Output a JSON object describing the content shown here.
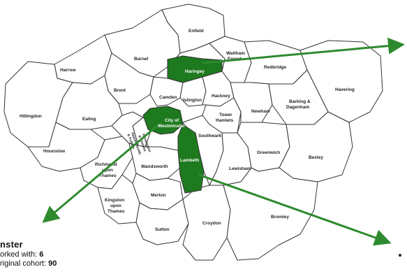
{
  "colors": {
    "highlight": "#1e7a1e",
    "boundary": "#333333",
    "fill": "#ffffff",
    "arrow": "#2e8a2e"
  },
  "map": {
    "boroughs": {
      "enfield": "Enfield",
      "barnet": "Barnet",
      "harrow": "Harrow",
      "brent": "Brent",
      "haringey": "Haringey",
      "waltham": "Waltham\nForest",
      "redbridge": "Redbridge",
      "havering": "Havering",
      "hillingdon": "Hillingdon",
      "ealing": "Ealing",
      "camden": "Camden",
      "islington": "Islington",
      "hackney": "Hackney",
      "towerhamlets": "Tower\nHamlets",
      "newham": "Newham",
      "barking": "Barking &\nDagenham",
      "westminster": "City of\nWestminster",
      "hounslow": "Hounslow",
      "richmond": "Richmond\nupon\nThames",
      "wandsworth": "Wandsworth",
      "southwark": "Southwark",
      "lambeth": "Lambeth",
      "lewisham": "Lewisham",
      "greenwich": "Greenwich",
      "bexley": "Bexley",
      "kingston": "Kingston\nupon\nThames",
      "merton": "Merton",
      "sutton": "Sutton",
      "croydon": "Croydon",
      "bromley": "Bromley",
      "kensington": "Kensington\n& Chelsea",
      "hammersmith": "Hammersmith\n& Fulham"
    }
  },
  "caption": {
    "title": "nster",
    "worked_label": "orked with: ",
    "worked_value": "6",
    "cohort_label": "riginal cohort: ",
    "cohort_value": "90"
  }
}
